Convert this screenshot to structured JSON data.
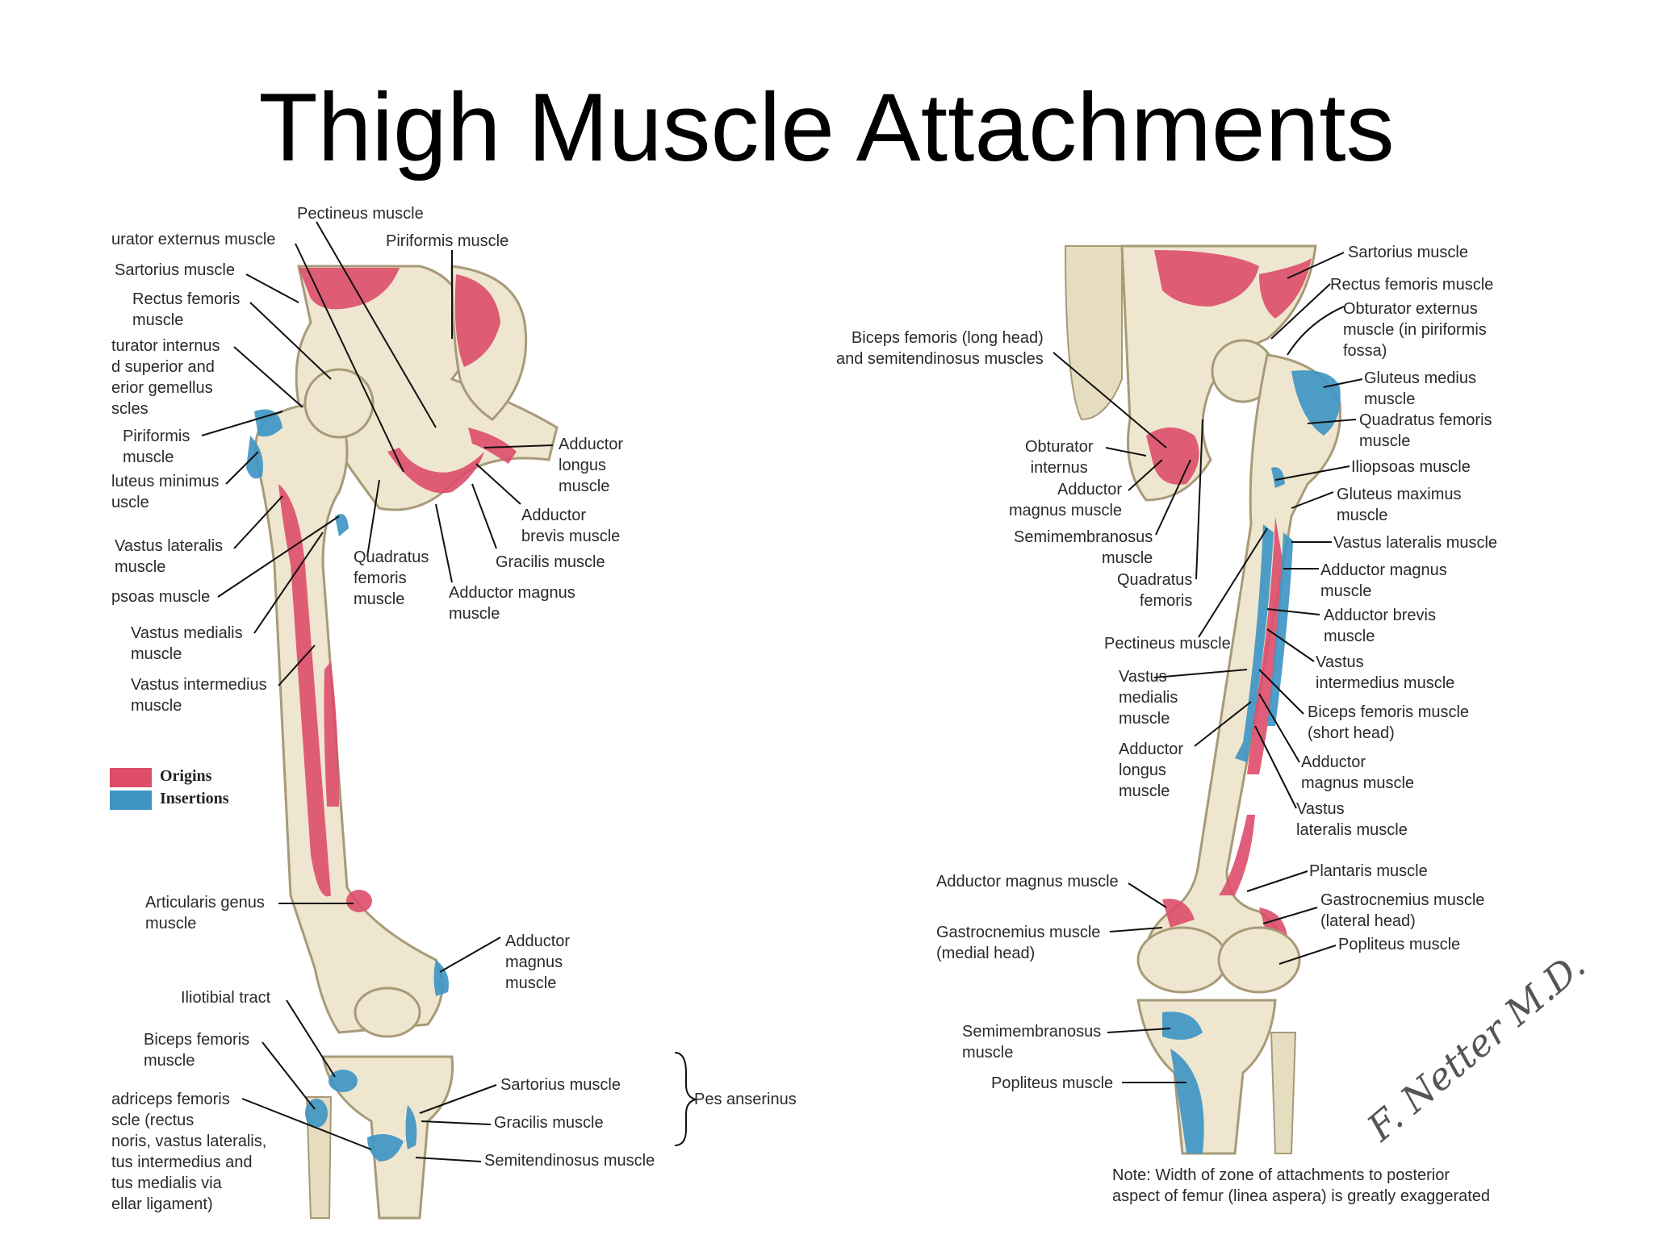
{
  "title": "Thigh Muscle Attachments",
  "colors": {
    "origins": "#dd4d6a",
    "insertions": "#3f96c4",
    "bone": "#efe6cf"
  },
  "legend": {
    "origins": "Origins",
    "insertions": "Insertions"
  },
  "anterior_labels": {
    "pectineus": "Pectineus muscle",
    "obturator_externus": "urator externus muscle",
    "piriformis_top": "Piriformis muscle",
    "sartorius": "Sartorius muscle",
    "rectus_femoris": "Rectus femoris\nmuscle",
    "obturator_internus": "turator internus\nd superior and\nerior gemellus\nscles",
    "piriformis": "Piriformis\nmuscle",
    "gluteus_minimus": "luteus minimus\nuscle",
    "vastus_lateralis": "Vastus lateralis\nmuscle",
    "iliopsoas": "psoas muscle",
    "vastus_medialis": "Vastus medialis\nmuscle",
    "vastus_intermedius": "Vastus intermedius\nmuscle",
    "adductor_longus": "Adductor\nlongus\nmuscle",
    "adductor_brevis": "Adductor\nbrevis muscle",
    "gracilis_top": "Gracilis muscle",
    "quadratus_femoris": "Quadratus\nfemoris\nmuscle",
    "adductor_magnus_top": "Adductor magnus\nmuscle",
    "articularis_genus": "Articularis genus\nmuscle",
    "adductor_magnus_knee": "Adductor\nmagnus\nmuscle",
    "iliotibial_tract": "Iliotibial tract",
    "biceps_femoris": "Biceps femoris\nmuscle",
    "quadriceps": "adriceps femoris\nscle (rectus\nnoris, vastus lateralis,\ntus intermedius and\ntus medialis via\nellar ligament)",
    "sartorius_knee": "Sartorius muscle",
    "gracilis_knee": "Gracilis muscle",
    "semitendinosus": "Semitendinosus muscle",
    "pes_anserinus": "Pes anserinus"
  },
  "posterior_labels": {
    "sartorius": "Sartorius muscle",
    "rectus_femoris": "Rectus femoris muscle",
    "obturator_externus": "Obturator externus\nmuscle (in piriformis\nfossa)",
    "gluteus_medius": "Gluteus medius\nmuscle",
    "quadratus_femoris_r": "Quadratus femoris\nmuscle",
    "iliopsoas": "Iliopsoas muscle",
    "gluteus_maximus": "Gluteus maximus\nmuscle",
    "vastus_lateralis_r": "Vastus lateralis muscle",
    "adductor_magnus_r": "Adductor magnus\nmuscle",
    "adductor_brevis": "Adductor brevis\nmuscle",
    "vastus_intermedius": "Vastus\nintermedius muscle",
    "biceps_short": "Biceps femoris muscle\n(short head)",
    "adductor_magnus_r2": "Adductor\nmagnus muscle",
    "vastus_lateralis_r2": "Vastus\nlateralis muscle",
    "biceps_long": "Biceps femoris (long head)\nand semitendinosus muscles",
    "obturator_internus": "Obturator\ninternus",
    "adductor_magnus_l": "Adductor\nmagnus muscle",
    "semimembranosus_l": "Semimembranosus\nmuscle",
    "quadratus_femoris_l": "Quadratus\nfemoris",
    "pectineus": "Pectineus muscle",
    "vastus_medialis": "Vastus\nmedialis\nmuscle",
    "adductor_longus": "Adductor\nlongus\nmuscle",
    "plantaris": "Plantaris muscle",
    "gastrocnemius_lateral": "Gastrocnemius muscle\n(lateral head)",
    "popliteus_r": "Popliteus muscle",
    "adductor_magnus_knee": "Adductor magnus muscle",
    "gastrocnemius_medial": "Gastrocnemius muscle\n(medial head)",
    "semimembranosus_knee": "Semimembranosus\nmuscle",
    "popliteus_l": "Popliteus muscle"
  },
  "note": "Note: Width of zone of attachments to posterior\naspect of femur (linea aspera) is greatly exaggerated",
  "signature": "F. Netter M.D."
}
